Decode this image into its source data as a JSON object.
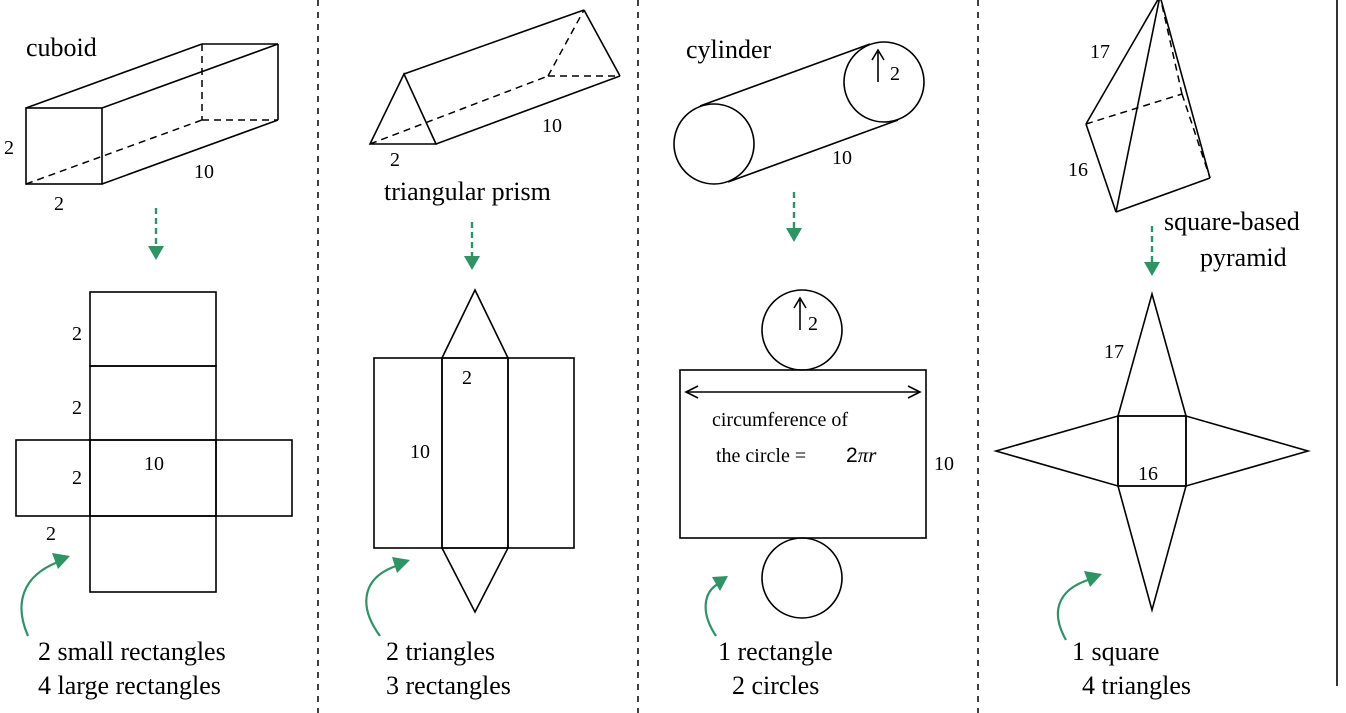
{
  "cuboid": {
    "name": "cuboid",
    "dim_height": "2",
    "dim_width": "2",
    "dim_length": "10",
    "net_labels": [
      "2",
      "2",
      "2",
      "10",
      "2"
    ],
    "caption_line1": "2 small rectangles",
    "caption_line2": "4 large rectangles"
  },
  "prism": {
    "name": "triangular prism",
    "dim_side": "2",
    "dim_length": "10",
    "net_side": "2",
    "net_length": "10",
    "caption_line1": "2 triangles",
    "caption_line2": "3 rectangles"
  },
  "cylinder": {
    "name": "cylinder",
    "radius": "2",
    "length": "10",
    "net_radius": "2",
    "net_length": "10",
    "circumference_line1": "circumference of",
    "circumference_line2": "the circle = ",
    "formula_num": "2",
    "formula_pi": "π",
    "formula_r": "r",
    "caption_line1": "1 rectangle",
    "caption_line2": "2 circles"
  },
  "pyramid": {
    "name_line1": "square-based",
    "name_line2": "pyramid",
    "slant": "17",
    "base": "16",
    "net_slant": "17",
    "net_base": "16",
    "caption_line1": "1 square",
    "caption_line2": "4 triangles"
  },
  "colors": {
    "arrow_green": "#2e9464",
    "line": "#000000"
  }
}
